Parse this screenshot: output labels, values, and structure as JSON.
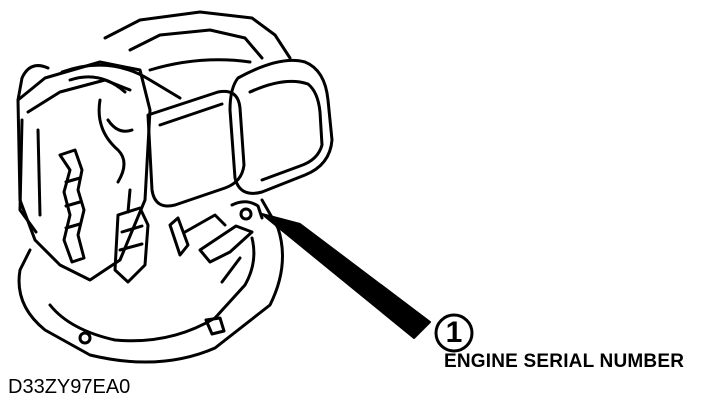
{
  "callout": {
    "number": "1",
    "label": "ENGINE SERIAL NUMBER"
  },
  "figure_code": "D33ZY97EA0",
  "colors": {
    "line": "#000000",
    "background": "#ffffff"
  }
}
